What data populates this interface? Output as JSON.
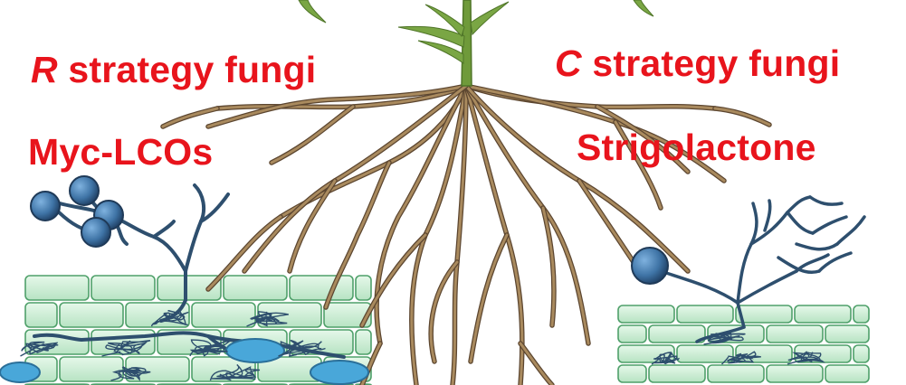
{
  "labels": {
    "r_strategy": {
      "letter": "R",
      "text": " strategy fungi"
    },
    "c_strategy": {
      "letter": "C",
      "text": " strategy fungi"
    },
    "myc_lcos": "Myc-LCOs",
    "strigolactone": "Strigolactone"
  },
  "colors": {
    "label_red": "#e8141c",
    "stem_green": "#6f9a3a",
    "root_brown": "#a98a5e",
    "root_outline": "#5c4630",
    "cell_green": "#c7ecd2",
    "cell_outline": "#4fa06a",
    "hypha_blue": "#2e4f6e",
    "spore_blue": "#3f74a6",
    "vesicle_blue": "#49a7d9"
  }
}
